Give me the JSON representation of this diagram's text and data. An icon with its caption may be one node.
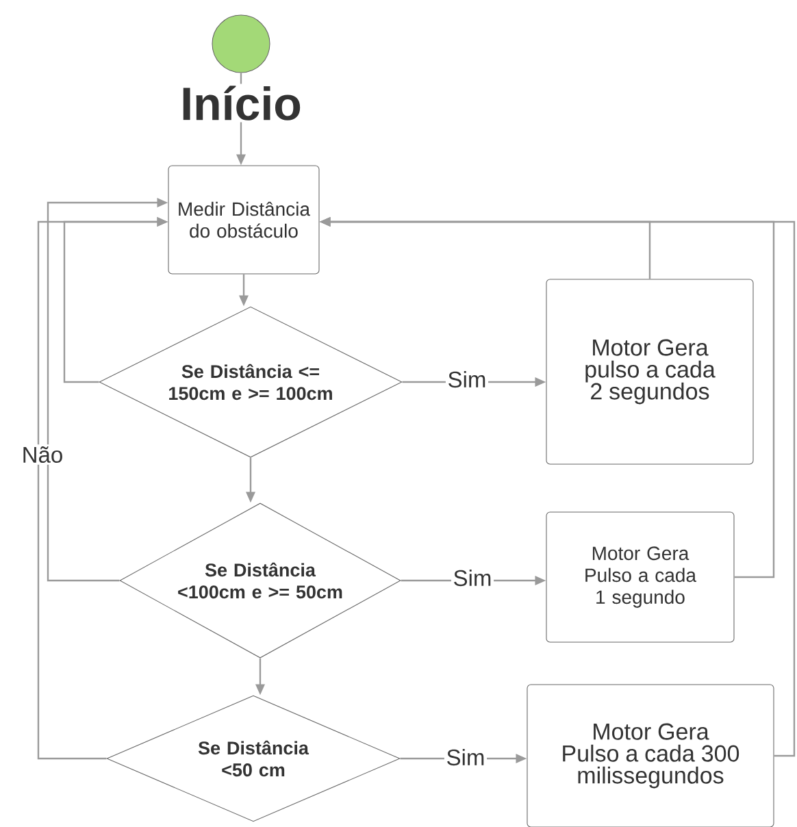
{
  "diagram": {
    "nodes": [
      {
        "text": [],
        "shape": "circle",
        "beside": [
          "Início"
        ]
      },
      {
        "text": [
          "Medir Distância do obstáculo"
        ]
      },
      {
        "text": [
          "Se Distância <= 150cm e >= 100cm"
        ]
      },
      {
        "text": [
          "Motor Gera pulso a cada 2 segundos"
        ]
      },
      {
        "text": [
          "Se Distância <100cm e >= 50cm"
        ]
      },
      {
        "text": [
          "Motor Gera Pulso a cada 1 segundo"
        ]
      },
      {
        "text": [
          "Se Distância <50 cm"
        ]
      },
      {
        "text": [
          "Motor Gera Pulso a cada 300 milissegundos"
        ]
      }
    ],
    "edges": [
      {
        "from": 0,
        "to": 1,
        "arrow": "to"
      },
      {
        "from": 1,
        "to": 2,
        "arrow": "to"
      },
      {
        "from": 2,
        "to": 3,
        "arrow": "to",
        "label": "Sim"
      },
      {
        "from": 2,
        "to": 4,
        "arrow": "to"
      },
      {
        "from": 4,
        "to": 5,
        "arrow": "to",
        "label": "Sim"
      },
      {
        "from": 4,
        "to": 6,
        "arrow": "to"
      },
      {
        "from": 6,
        "to": 7,
        "arrow": "to",
        "label": "Sim"
      },
      {
        "from": 2,
        "to": 1,
        "arrow": "to"
      },
      {
        "from": 4,
        "to": 1,
        "arrow": "to"
      },
      {
        "from": 6,
        "to": 1,
        "arrow": "to"
      },
      {
        "from": 3,
        "to": 1,
        "arrow": "to"
      },
      {
        "from": 5,
        "to": 1,
        "arrow": "to"
      },
      {
        "from": 7,
        "to": 1,
        "arrow": "to"
      }
    ],
    "labels": [
      "Não"
    ]
  }
}
